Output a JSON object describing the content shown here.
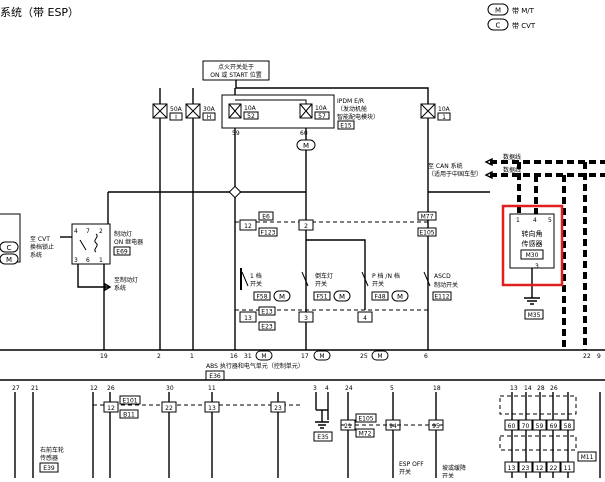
{
  "header": {
    "title": "系统（带 ESP）",
    "legend_mt": "带 M/T",
    "legend_cvt": "带 CVT",
    "legend_mt_mark": "M",
    "legend_cvt_mark": "C"
  },
  "power": {
    "ignition_note_1": "点火开关处于",
    "ignition_note_2": "ON 或 START 位置",
    "fuse_50a": "50A",
    "fuse_50a_no": "I",
    "fuse_30a": "30A",
    "fuse_30a_no": "H",
    "fuse_10a_52": "10A",
    "fuse_10a_52_no": "52",
    "fuse_10a_57": "10A",
    "fuse_10a_57_no": "57",
    "fuse_10a_1": "10A",
    "fuse_10a_1_no": "1",
    "ipdm_1": "IPDM E/R",
    "ipdm_2": "（发动机舱",
    "ipdm_3": "智能配电模块）",
    "ipdm_conn": "E15",
    "pin_59": "59",
    "pin_60": "60"
  },
  "can": {
    "label_1": "至 CAN 系统",
    "label_2": "（适用于中国车型）",
    "line_1": "数据线",
    "line_2": "数据线"
  },
  "sensor": {
    "name_1": "转向角",
    "name_2": "传感器",
    "conn": "M30",
    "pin_1": "1",
    "pin_4": "4",
    "pin_5": "5",
    "pin_3": "3",
    "ground": "M35"
  },
  "left": {
    "cvt_1": "至 CVT",
    "cvt_2": "换档锁止",
    "cvt_3": "系统",
    "mark_c": "C",
    "mark_m": "M",
    "relay_1": "制动灯",
    "relay_2": "ON 继电器",
    "relay_conn": "E69",
    "relay_pins": [
      "4",
      "7",
      "2",
      "3",
      "6",
      "1"
    ],
    "brake_1": "至制动灯",
    "brake_2": "系统"
  },
  "switches": {
    "conn_e6": "E6",
    "conn_e123": "F123",
    "conn_e13": "E13",
    "conn_e23": "E23",
    "conn_m77": "M77",
    "conn_e105": "E105",
    "pins_12": "12",
    "pins_2": "2",
    "pins_13": "13",
    "pins_3": "3",
    "pins_4": "4",
    "pins_1": "1",
    "pins_6": "6",
    "sw1_1": "1 档",
    "sw1_2": "开关",
    "sw1_conn": "F58",
    "sw2_1": "倒车灯",
    "sw2_2": "开关",
    "sw2_conn": "F51",
    "sw3_1": "P 档 /N 档",
    "sw3_2": "开关",
    "sw3_conn": "F48",
    "sw4_1": "ASCD",
    "sw4_2": "制动开关",
    "sw4_conn": "E112",
    "mark_m": "M"
  },
  "abs": {
    "pins": [
      "19",
      "2",
      "1",
      "16",
      "31",
      "17",
      "25",
      "6",
      "22",
      "9"
    ],
    "label": "ABS 执行器和电气单元（控制单元）",
    "conn": "E36",
    "mark_m": "M"
  },
  "bottom": {
    "pins": [
      "27",
      "21",
      "12",
      "26",
      "30",
      "11",
      "3",
      "4",
      "24",
      "5",
      "18",
      "13",
      "14",
      "28",
      "26"
    ],
    "conn_e101": "E101",
    "conn_b11": "B11",
    "mid_pins": [
      "12",
      "22",
      "13",
      "23",
      "21",
      "94",
      "95"
    ],
    "conn_e35": "E35",
    "conn_e105": "E105",
    "conn_m72": "M72",
    "grid_top": [
      "60",
      "70",
      "59",
      "69",
      "58"
    ],
    "grid_bottom": [
      "13",
      "23",
      "12",
      "22",
      "11"
    ],
    "conn_m11": "M11",
    "wheel_1": "右前车轮",
    "wheel_2": "传感器",
    "wheel_conn": "E39",
    "espoff_1": "ESP OFF",
    "espoff_2": "开关",
    "hill_1": "坡或缓降",
    "hill_2": "开关"
  },
  "highlight_color": "#e02020"
}
